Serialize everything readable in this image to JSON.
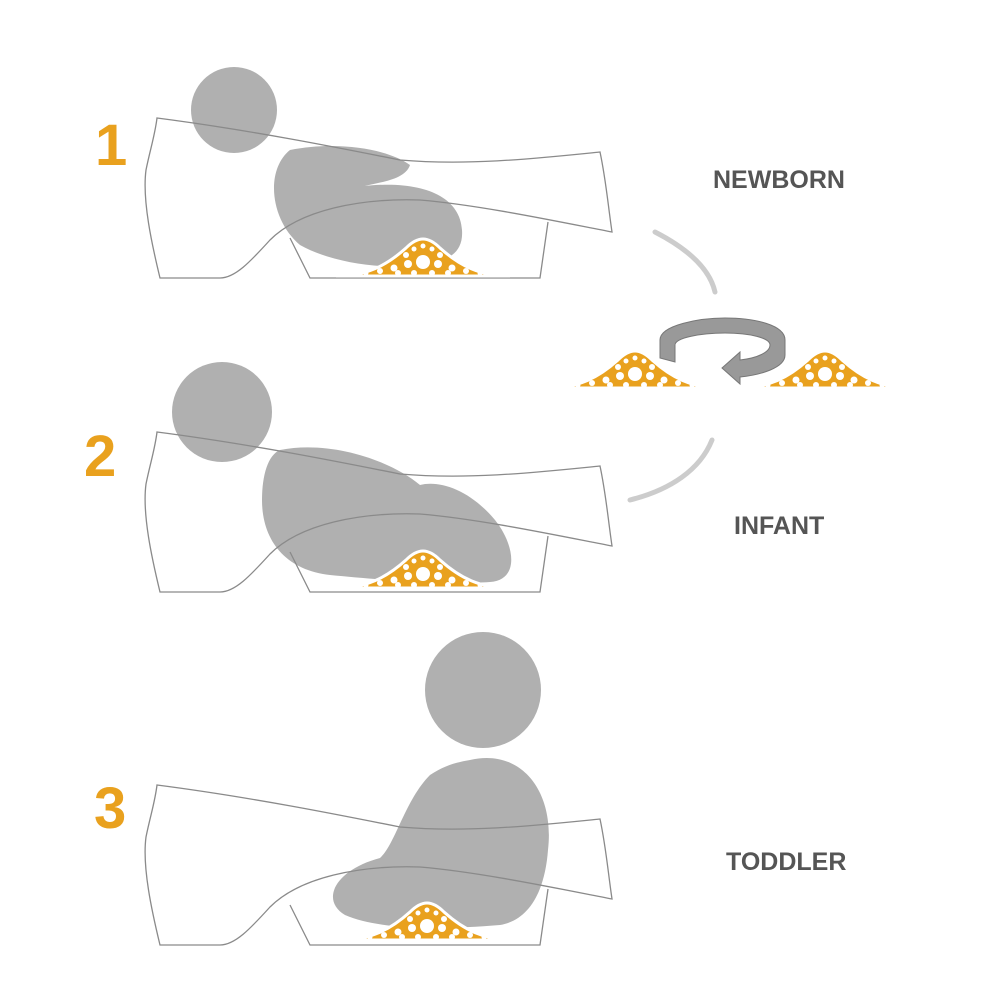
{
  "stages": [
    {
      "number": "1",
      "label": "NEWBORN"
    },
    {
      "number": "2",
      "label": "INFANT"
    },
    {
      "number": "3",
      "label": "TODDLER"
    }
  ],
  "colors": {
    "accent": "#E9A11E",
    "figure": "#9a9a9a",
    "text": "#555555"
  }
}
